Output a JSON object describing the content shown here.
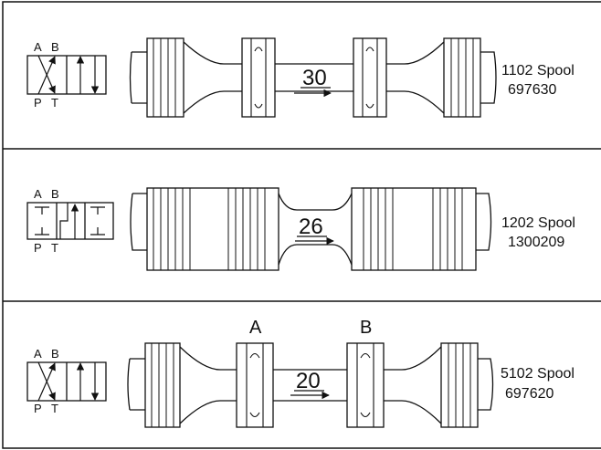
{
  "rows": [
    {
      "symbol": {
        "kind": "cross",
        "port_a": "A",
        "port_b": "B",
        "port_p": "P",
        "port_t": "T"
      },
      "spool_number": "30",
      "title": "1102 Spool",
      "part": "697630",
      "port_labels": null
    },
    {
      "symbol": {
        "kind": "blocked",
        "port_a": "A",
        "port_b": "B",
        "port_p": "P",
        "port_t": "T"
      },
      "spool_number": "26",
      "title": "1202 Spool",
      "part": "1300209",
      "port_labels": null
    },
    {
      "symbol": {
        "kind": "cross",
        "port_a": "A",
        "port_b": "B",
        "port_p": "P",
        "port_t": "T"
      },
      "spool_number": "20",
      "title": "5102 Spool",
      "part": "697620",
      "port_labels": {
        "a": "A",
        "b": "B"
      }
    }
  ]
}
